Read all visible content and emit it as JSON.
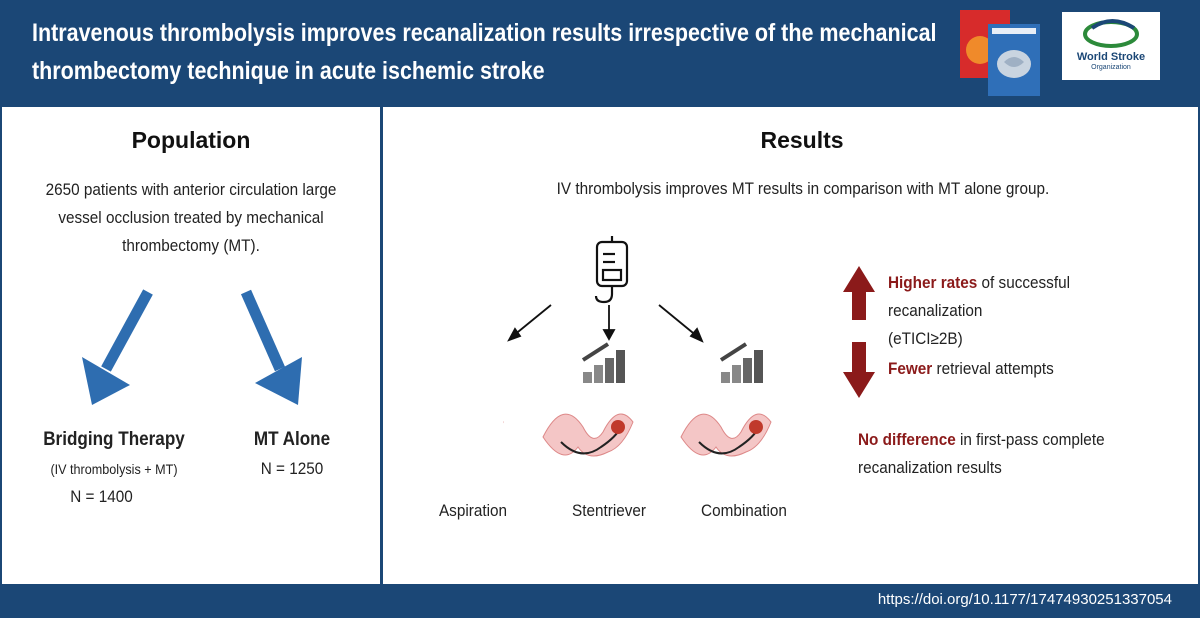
{
  "header": {
    "title_line1": "Intravenous thrombolysis improves recanalization results irrespective of the mechanical",
    "title_line2": "thrombectomy technique in acute ischemic stroke",
    "logo_text": "World Stroke",
    "logo_subtext": "Organization"
  },
  "population": {
    "heading": "Population",
    "desc_line1": "2650 patients  with anterior circulation large",
    "desc_line2": "vessel occlusion treated by mechanical",
    "desc_line3": "thrombectomy (MT).",
    "group1": {
      "name": "Bridging Therapy",
      "detail": "(IV thrombolysis + MT)",
      "n": "N = 1400"
    },
    "group2": {
      "name": "MT Alone",
      "n": "N = 1250"
    }
  },
  "results": {
    "heading": "Results",
    "summary": "IV thrombolysis improves MT results in comparison with MT alone group.",
    "techniques": [
      "Aspiration",
      "Stentriever",
      "Combination"
    ],
    "finding1_bold": "Higher rates",
    "finding1_rest": " of successful recanalization",
    "finding1_line2": "(eTICI≥2B)",
    "finding2_bold": "Fewer",
    "finding2_rest": " retrieval attempts",
    "finding3_bold": "No difference",
    "finding3_rest": " in first-pass complete",
    "finding3_line2": "recanalization results"
  },
  "footer": {
    "doi": "https://doi.org/10.1177/17474930251337054"
  },
  "colors": {
    "navy": "#1b4776",
    "arrow_blue": "#2e6db0",
    "dark_red": "#8b1a1a"
  }
}
